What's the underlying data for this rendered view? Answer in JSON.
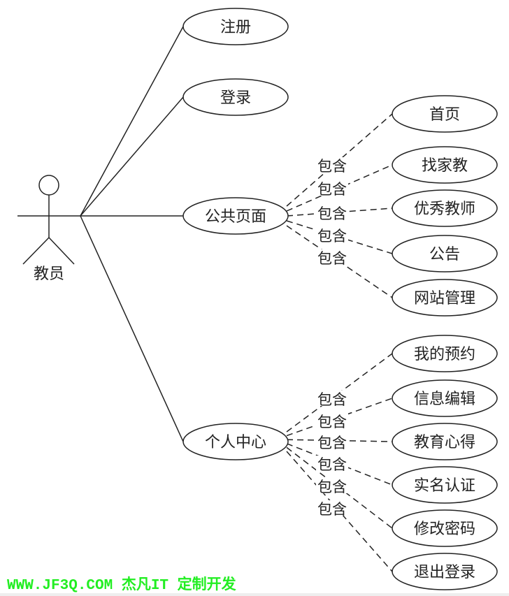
{
  "actor": {
    "label": "教员"
  },
  "main_use_cases": [
    {
      "id": "register",
      "label": "注册"
    },
    {
      "id": "login",
      "label": "登录"
    },
    {
      "id": "public",
      "label": "公共页面"
    },
    {
      "id": "personal",
      "label": "个人中心"
    }
  ],
  "include_label": "包含",
  "public_includes": [
    "首页",
    "找家教",
    "优秀教师",
    "公告",
    "网站管理"
  ],
  "personal_includes": [
    "我的预约",
    "信息编辑",
    "教育心得",
    "实名认证",
    "修改密码",
    "退出登录"
  ],
  "watermark": {
    "text": "WWW.JF3Q.COM 杰凡IT  定制开发",
    "color": "#22ee22"
  }
}
